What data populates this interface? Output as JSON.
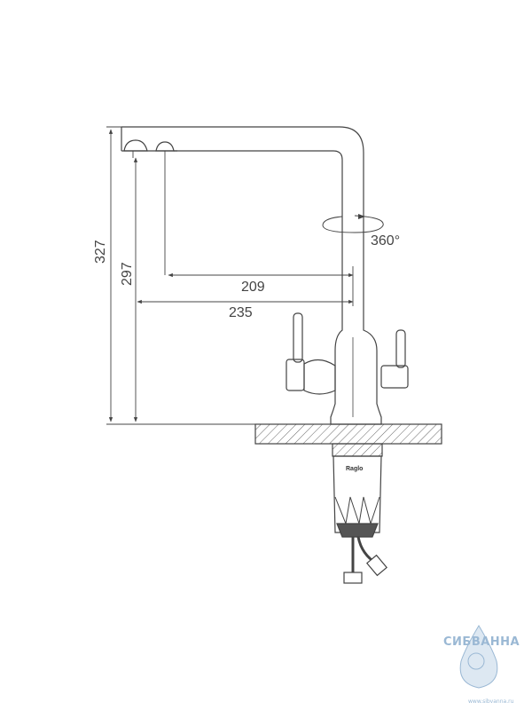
{
  "dimensions": {
    "total_height": "327",
    "spout_height": "297",
    "inner_reach": "209",
    "outer_reach": "235",
    "rotation": "360°"
  },
  "brand_label": "Raglo",
  "watermark": {
    "name": "СИБВАННА",
    "url": "www.sibvanna.ru"
  },
  "colors": {
    "line": "#444444",
    "hatch": "#666666",
    "watermark": "#9ab8d4"
  }
}
